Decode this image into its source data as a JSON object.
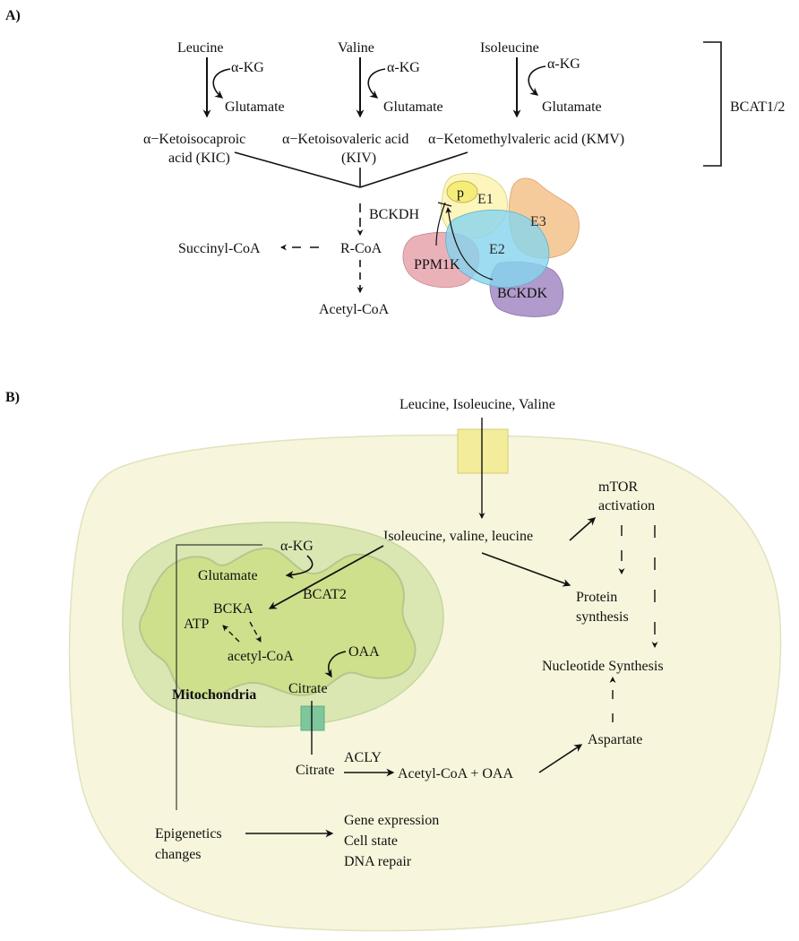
{
  "panel_a": {
    "label": "A)",
    "leucine": "Leucine",
    "valine": "Valine",
    "isoleucine": "Isoleucine",
    "akg": "α-KG",
    "glutamate": "Glutamate",
    "kic_line1": "α−Ketoisocaproic",
    "kic_line2": "acid (KIC)",
    "kiv_line1": "α−Ketoisovaleric acid",
    "kiv_line2": "(KIV)",
    "kmv": "α−Ketomethylvaleric acid (KMV)",
    "bcat": "BCAT1/2",
    "bckdh": "BCKDH",
    "rcoa": "R-CoA",
    "succinyl": "Succinyl-CoA",
    "acetyl": "Acetyl-CoA",
    "complex": {
      "p": "p",
      "e1": "E1",
      "e2": "E2",
      "e3": "E3",
      "ppm1k": "PPM1K",
      "bckdk": "BCKDK",
      "colors": {
        "p": "#f5ec7a",
        "e1": "#fbf3b0",
        "e2": "#86d4ee",
        "e3": "#f5c28a",
        "ppm1k": "#e7a3ab",
        "bckdk": "#a98fc6"
      }
    }
  },
  "panel_b": {
    "label": "B)",
    "input": "Leucine, Isoleucine, Valine",
    "aa_cyto": "Isoleucine, valine, leucine",
    "mtor1": "mTOR",
    "mtor2": "activation",
    "protein1": "Protein",
    "protein2": "synthesis",
    "nucleotide": "Nucleotide Synthesis",
    "aspartate": "Aspartate",
    "akg": "α-KG",
    "glutamate": "Glutamate",
    "bcka": "BCKA",
    "bcat2": "BCAT2",
    "atp": "ATP",
    "acetylcoa": "acetyl-CoA",
    "oaa": "OAA",
    "citrate_mito": "Citrate",
    "mito": "Mitochondria",
    "citrate_cyto": "Citrate",
    "acly": "ACLY",
    "acetyl_oaa": "Acetyl-CoA + OAA",
    "epi1": "Epigenetics",
    "epi2": "changes",
    "out1": "Gene expression",
    "out2": "Cell state",
    "out3": "DNA repair",
    "colors": {
      "cell": "#f7f6dc",
      "mito_outer": "#dbe7b2",
      "mito_inner": "#cfe08c",
      "transporter": "#f3ec9a",
      "mito_transporter": "#7ec69c"
    }
  }
}
